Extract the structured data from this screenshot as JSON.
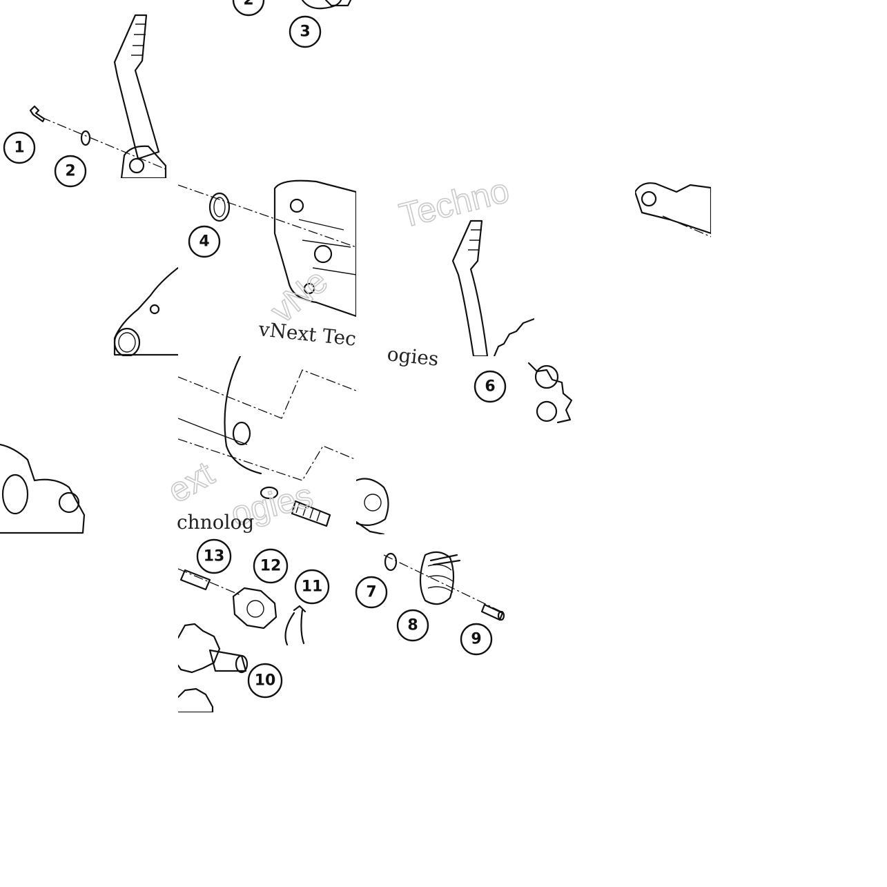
{
  "callouts": [
    {
      "label": "1"
    },
    {
      "label": "2"
    },
    {
      "label": "2"
    },
    {
      "label": "3"
    },
    {
      "label": "4"
    },
    {
      "label": "6"
    },
    {
      "label": "7"
    },
    {
      "label": "8"
    },
    {
      "label": "9"
    },
    {
      "label": "10"
    },
    {
      "label": "11"
    },
    {
      "label": "12"
    },
    {
      "label": "13"
    }
  ],
  "watermark": {
    "word_a": "Techno",
    "word_b": "vNext Tec",
    "word_c": "chnolog",
    "word_d": "ext",
    "word_e": "ogies",
    "word_f": "vNe",
    "word_g": "ogies"
  }
}
